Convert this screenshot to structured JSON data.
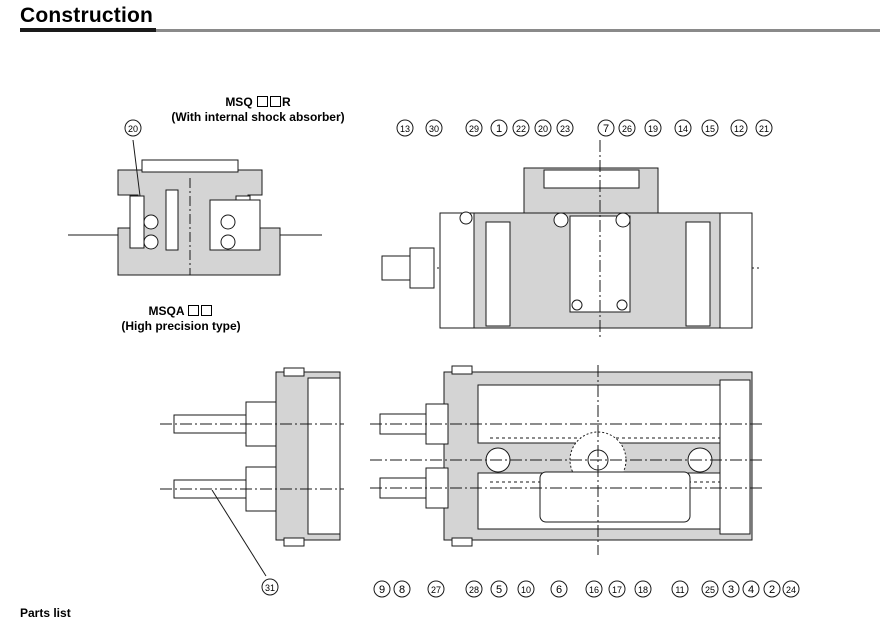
{
  "page": {
    "heading": "Construction",
    "bottom_text": "Parts list"
  },
  "captions": {
    "msq_r_prefix": "MSQ",
    "msq_r_suffix": "R",
    "msq_r_sub": "(With internal shock absorber)",
    "msqa_prefix": "MSQA",
    "msqa_sub": "(High precision type)"
  },
  "callouts": {
    "detail_top": [
      "20"
    ],
    "section_top": [
      "13",
      "30",
      "29",
      "1",
      "22",
      "20",
      "23",
      "7",
      "26",
      "19",
      "14",
      "15",
      "12",
      "21"
    ],
    "bottom": [
      "31",
      "9",
      "8",
      "27",
      "28",
      "5",
      "10",
      "6",
      "16",
      "17",
      "18",
      "11",
      "25",
      "3",
      "4",
      "2",
      "24"
    ]
  },
  "colors": {
    "body_fill": "#d4d4d4",
    "outline": "#1a1a1a",
    "background": "#ffffff",
    "rule_dark": "#1a1a1a",
    "rule_grey": "#8a8a8a"
  }
}
